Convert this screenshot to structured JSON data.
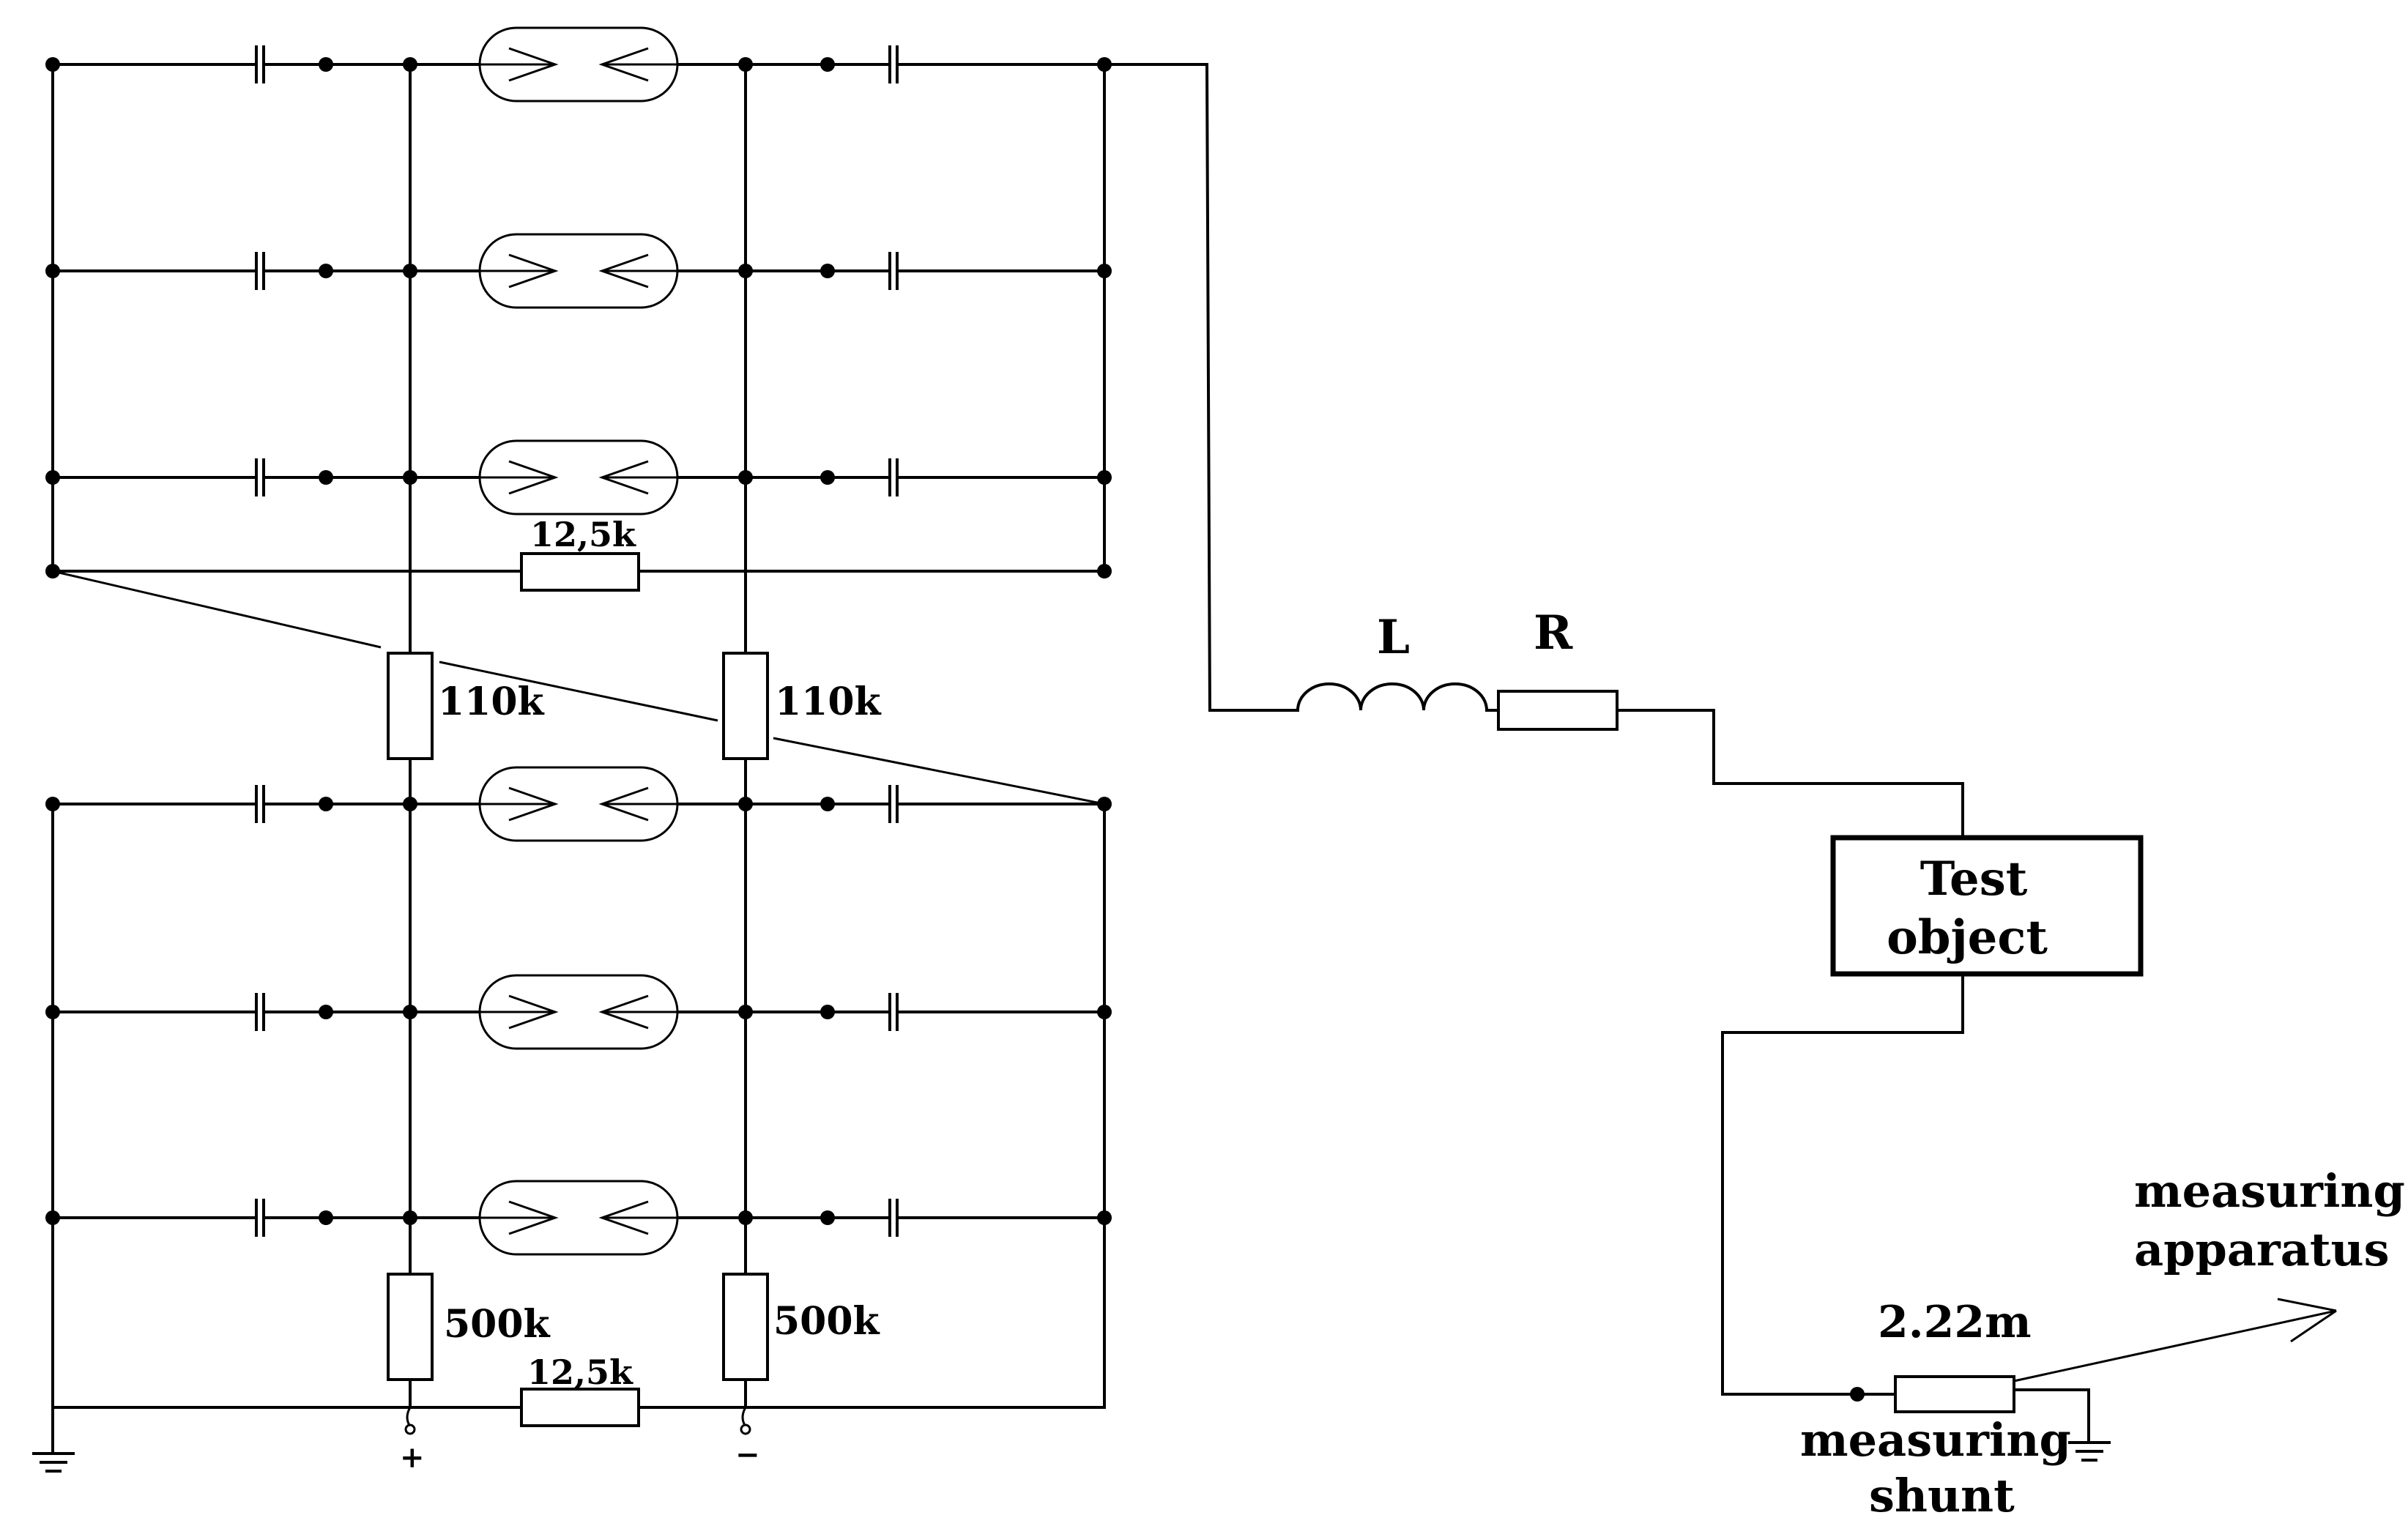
{
  "labels": {
    "r_top": "12,5k",
    "r_mid_left": "110k",
    "r_mid_right": "110k",
    "r_bot_left": "500k",
    "r_bot_right": "500k",
    "r_bottom": "12,5k",
    "inductor": "L",
    "resistor": "R",
    "test_object_line1": "Test",
    "test_object_line2": "object",
    "shunt_value": "2.22m",
    "shunt_line1": "measuring",
    "shunt_line2": "shunt",
    "apparatus_line1": "measuring",
    "apparatus_line2": "apparatus",
    "plus": "+",
    "minus": "−"
  },
  "icons": [
    "capacitor-icon",
    "spark-gap-icon",
    "resistor-icon",
    "inductor-icon",
    "ground-icon",
    "arrow-icon"
  ]
}
